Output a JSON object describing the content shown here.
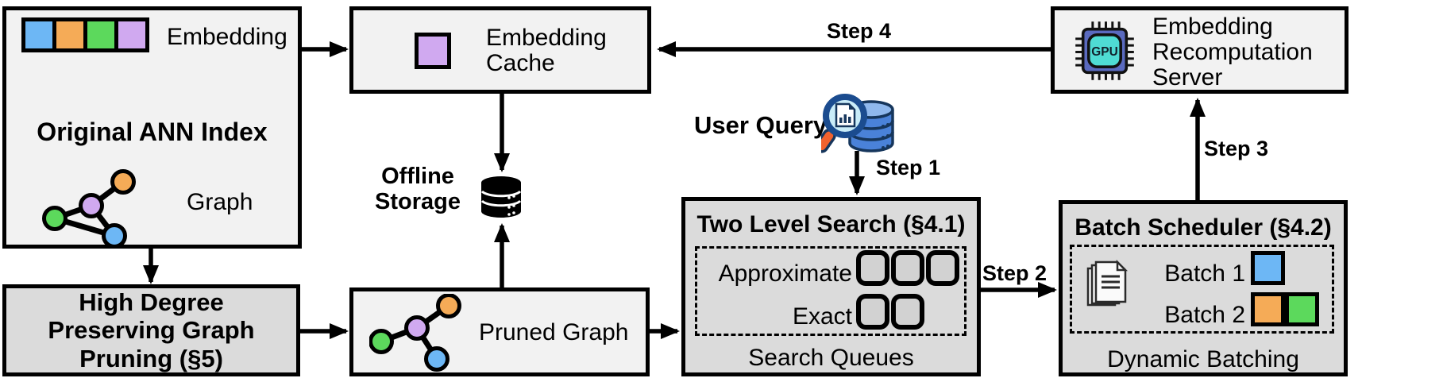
{
  "diagram": {
    "ann_box": {
      "embedding_label": "Embedding",
      "title": "Original ANN Index",
      "graph_label": "Graph"
    },
    "pruning_box": {
      "title": "High Degree Preserving Graph Pruning (§5)"
    },
    "cache_box": {
      "title": "Embedding Cache"
    },
    "offline_storage": {
      "label": "Offline Storage"
    },
    "pruned_box": {
      "label": "Pruned Graph"
    },
    "user_query": {
      "label": "User Query"
    },
    "search_box": {
      "title": "Two Level Search (§4.1)",
      "approximate_label": "Approximate",
      "exact_label": "Exact",
      "approximate_slots": 3,
      "exact_slots": 2,
      "caption": "Search Queues"
    },
    "scheduler_box": {
      "title": "Batch Scheduler (§4.2)",
      "batch1_label": "Batch 1",
      "batch2_label": "Batch 2",
      "caption": "Dynamic Batching"
    },
    "server_box": {
      "title": "Embedding Recomputation Server",
      "gpu_label": "GPU"
    },
    "steps": {
      "step1": "Step 1",
      "step2": "Step 2",
      "step3": "Step 3",
      "step4": "Step 4"
    },
    "colors": {
      "blue": "#6DB7F5",
      "orange": "#F5AB57",
      "green": "#5CD95C",
      "purple": "#D0A9F0",
      "light_box": "#F2F2F2",
      "gray_box": "#DBDBDB",
      "query_db_blue": "#4A82D9",
      "query_db_top": "#8FB8ED",
      "lens_fill": "#C9ECF8",
      "handle_orange": "#F2622E",
      "gpu_chip": "#5A6ABF",
      "gpu_core": "#4FDCD4"
    }
  }
}
